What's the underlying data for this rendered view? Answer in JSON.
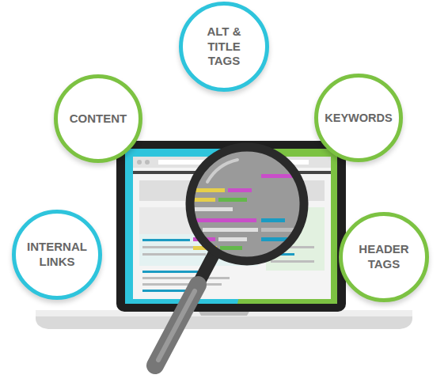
{
  "diagram": {
    "nodes": [
      {
        "text": [
          "ALT & TITLE TAGS"
        ]
      },
      {
        "text": [
          "CONTENT"
        ]
      },
      {
        "text": [
          "KEYWORDS"
        ]
      },
      {
        "text": [
          "INTERNAL LINKS"
        ]
      },
      {
        "text": [
          "HEADER TAGS"
        ]
      }
    ]
  }
}
